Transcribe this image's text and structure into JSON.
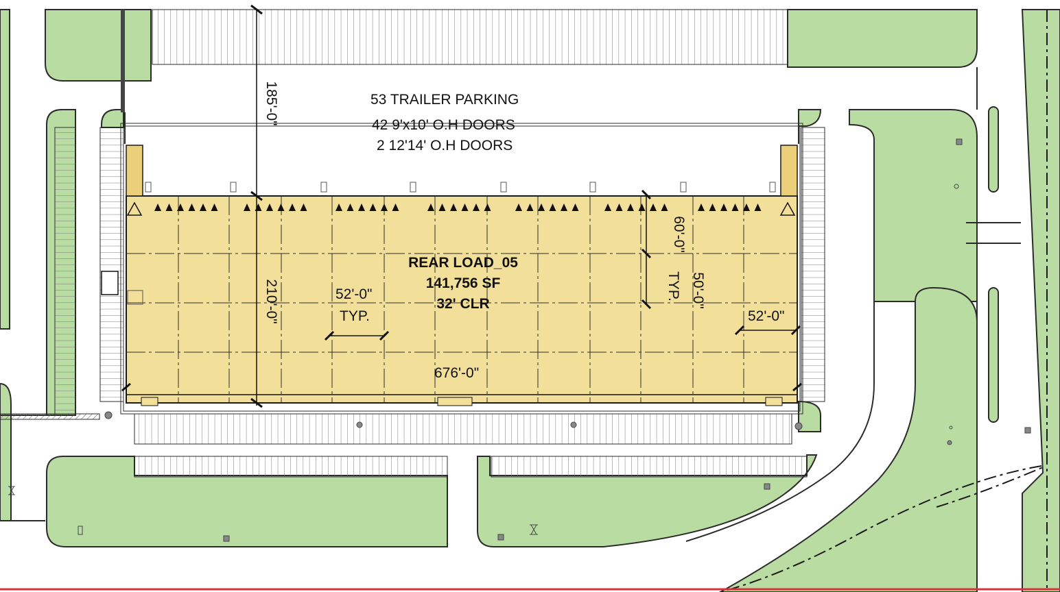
{
  "site_notes": {
    "trailer_parking": "53 TRAILER PARKING",
    "doors_small": "42 9'x10' O.H DOORS",
    "doors_large": "2 12'14' O.H DOORS"
  },
  "building": {
    "name": "REAR LOAD_05",
    "area": "141,756 SF",
    "clear_height": "32' CLR",
    "dock_door_count": 42,
    "drive_in_door_count": 2
  },
  "dimensions": {
    "truck_court": "185'-0\"",
    "building_depth": "210'-0\"",
    "building_length": "676'-0\"",
    "bay_width": "52'-0\"",
    "bay_width_typ": "TYP.",
    "end_bay": "52'-0\"",
    "speed_bay": "60'-0\"",
    "speed_bay_typ": "TYP.",
    "bay_depth": "50'-0\""
  },
  "colors": {
    "building_fill": "#f2df9a",
    "landscape_fill": "#b9dca3",
    "pavement": "#ffffff",
    "property_line": "#d9303a",
    "linework": "#1a1a1a"
  }
}
